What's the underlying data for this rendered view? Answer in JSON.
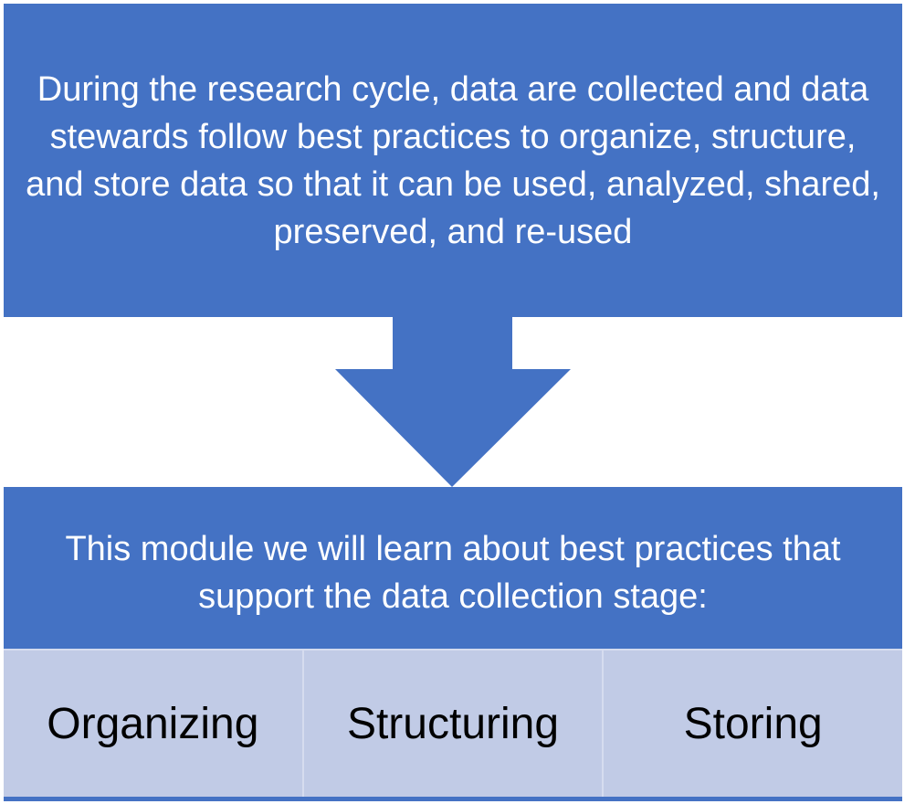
{
  "top_box": {
    "text": "During the research cycle, data are collected and data stewards follow best practices to organize, structure, and store data so that it can be used, analyzed, shared, preserved, and re-used"
  },
  "bottom_box": {
    "text": "This module we will learn about best practices that support the data collection stage:",
    "items": [
      "Organizing",
      "Structuring",
      "Storing"
    ]
  },
  "colors": {
    "primary": "#4472c4",
    "cell": "#c1cbe6"
  }
}
